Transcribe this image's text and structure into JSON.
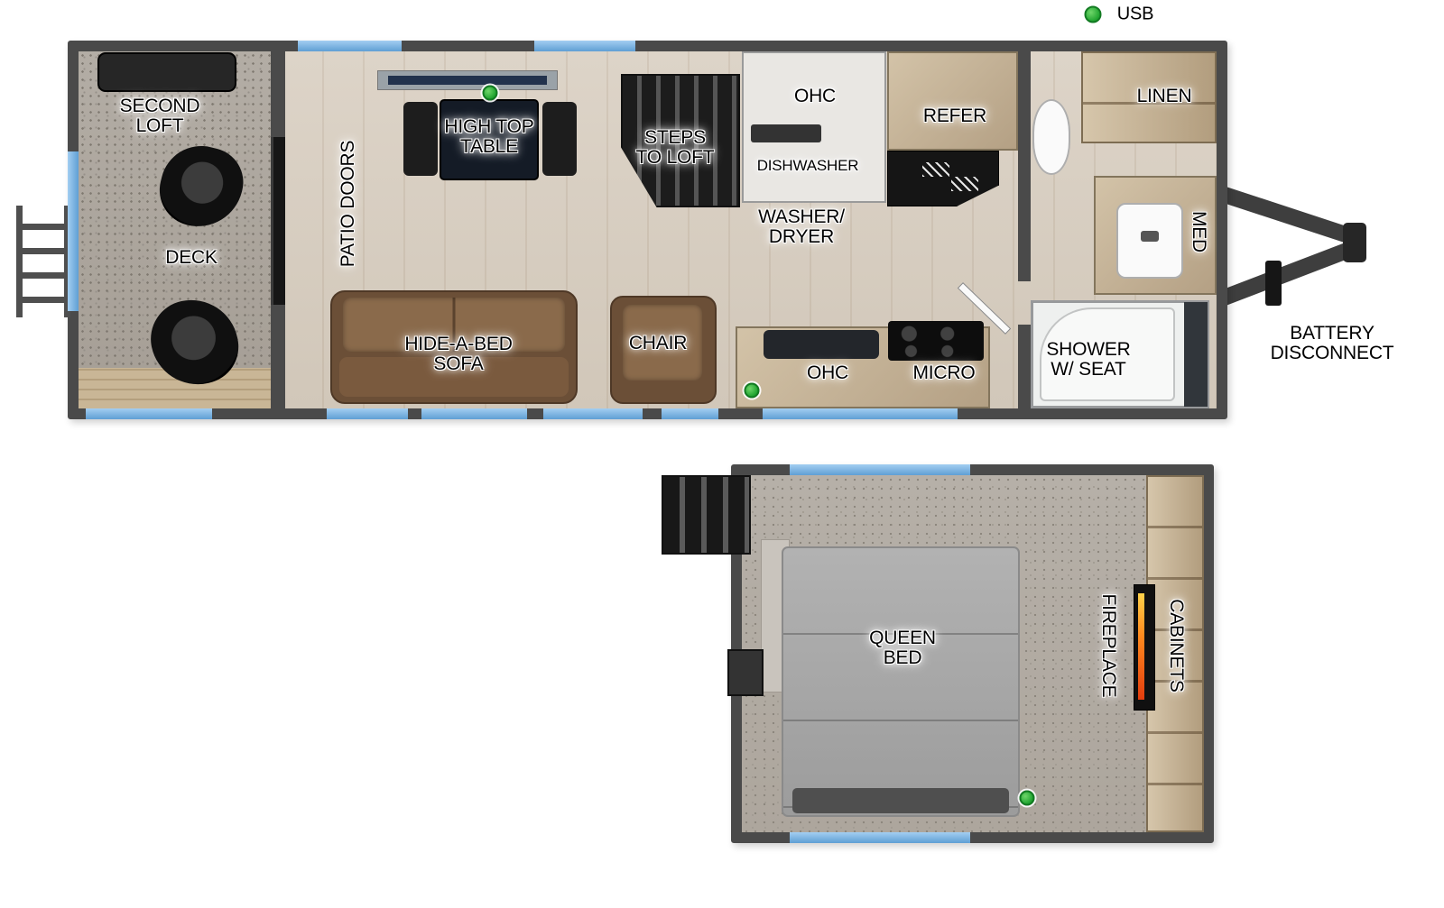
{
  "legend": {
    "usb": "USB"
  },
  "main_floor": {
    "second_loft": "SECOND LOFT",
    "deck": "DECK",
    "patio_doors": "PATIO DOORS",
    "high_top_table": "HIGH TOP TABLE",
    "steps_to_loft": "STEPS TO LOFT",
    "ohc_kitchen": "OHC",
    "dishwasher": "DISHWASHER",
    "refer": "REFER",
    "washer_dryer": "WASHER/ DRYER",
    "linen": "LINEN",
    "med": "MED",
    "hide_a_bed_sofa": "HIDE-A-BED SOFA",
    "chair": "CHAIR",
    "ohc_lower": "OHC",
    "micro": "MICRO",
    "shower_w_seat": "SHOWER W/ SEAT",
    "battery_disconnect": "BATTERY DISCONNECT"
  },
  "loft": {
    "queen_bed": "QUEEN BED",
    "fireplace": "FIREPLACE",
    "cabinets": "CABINETS"
  },
  "colors": {
    "wall": "#4a4a4a",
    "window_blue": "#6fb1e3",
    "usb_green": "#1fa32f",
    "floor_wood": "#d6cdc0",
    "cabinet_tan": "#c2ae8f",
    "sofa_brown": "#6b4f37",
    "bed_gray": "#a8a8a8"
  }
}
